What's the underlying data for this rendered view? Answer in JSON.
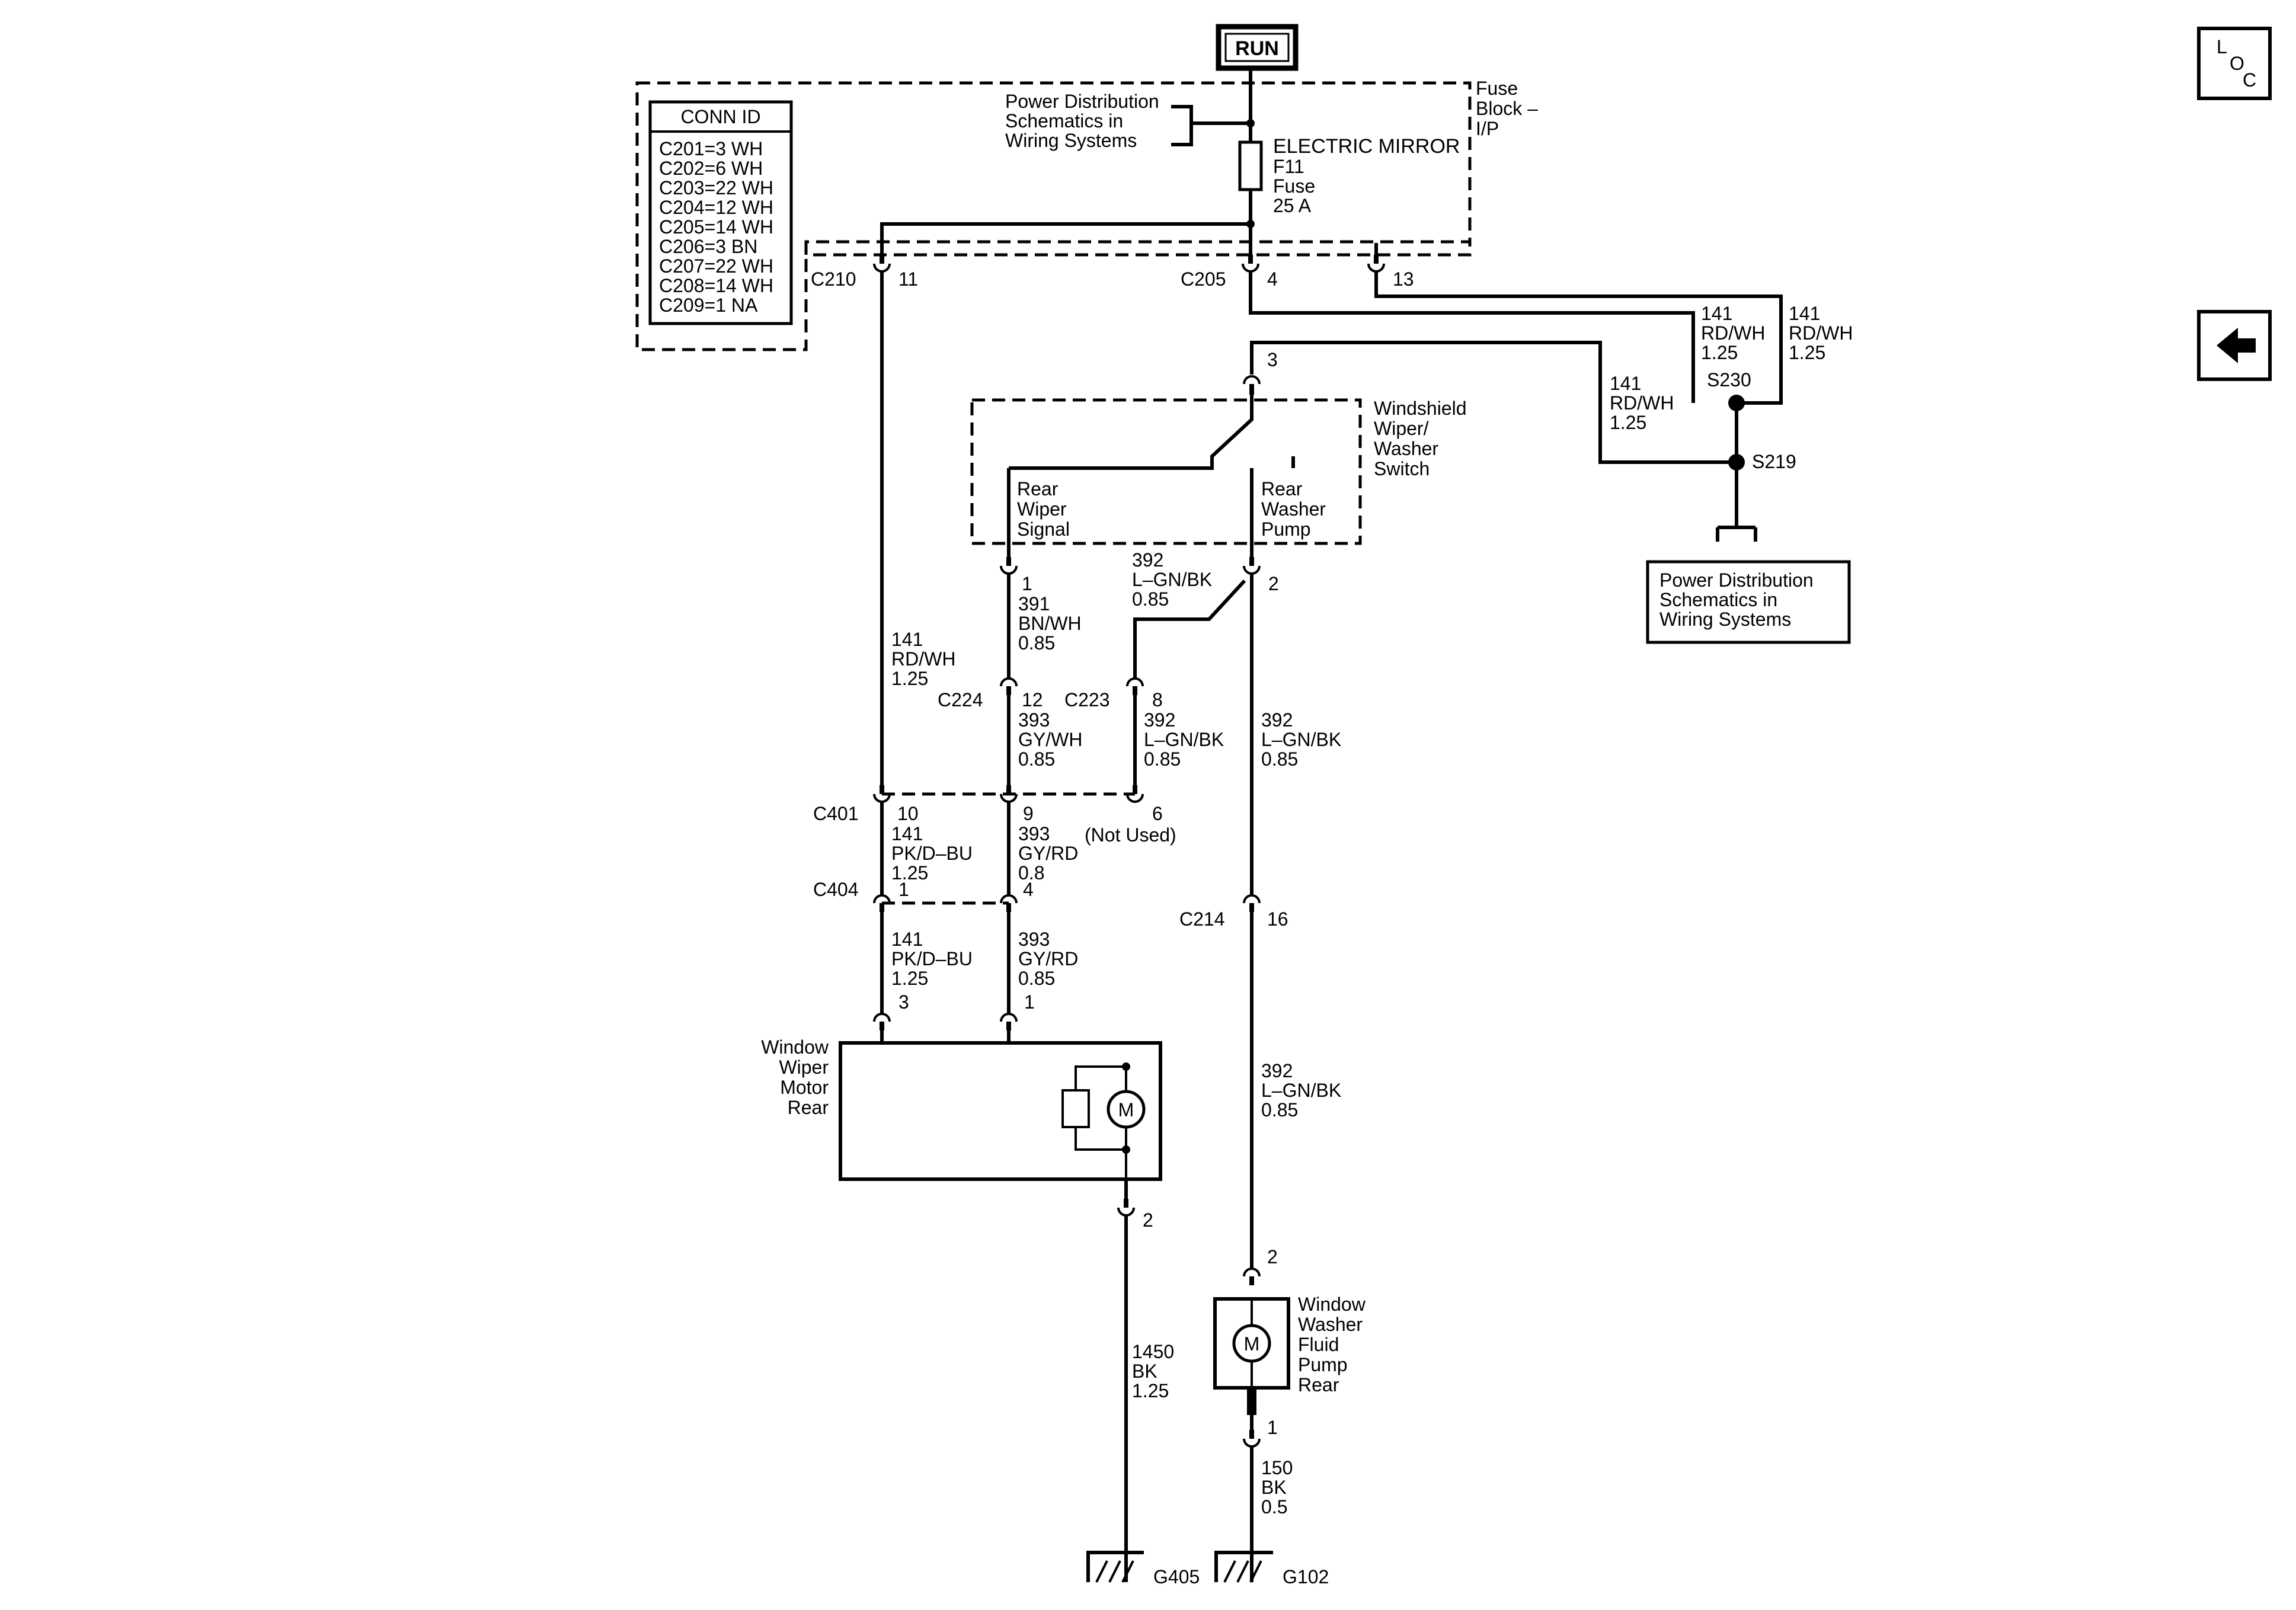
{
  "run_label": "RUN",
  "fuse_block": {
    "label_lines": [
      "Fuse",
      "Block –",
      "I/P"
    ],
    "pd_ref_lines": [
      "Power Distribution",
      "Schematics in",
      "Wiring Systems"
    ],
    "fuse_lines": [
      "ELECTRIC MIRROR",
      "F11",
      "Fuse",
      "25 A"
    ]
  },
  "conn_id": {
    "title": "CONN ID",
    "entries": [
      "C201=3 WH",
      "C202=6 WH",
      "C203=22 WH",
      "C204=12 WH",
      "C205=14 WH",
      "C206=3 BN",
      "C207=22 WH",
      "C208=14 WH",
      "C209=1 NA"
    ]
  },
  "connectors": {
    "c210": "C210",
    "c210_pin": "11",
    "c205": "C205",
    "c205_pin4": "4",
    "c205_pin13": "13",
    "switch_pin3": "3",
    "switch_pin1": "1",
    "switch_pin2": "2",
    "c224": "C224",
    "c224_pin": "12",
    "c223": "C223",
    "c223_pin": "8",
    "c401": "C401",
    "c401_pin10": "10",
    "c401_pin9": "9",
    "c401_pin6": "6",
    "not_used": "(Not Used)",
    "c404": "C404",
    "c404_pin1": "1",
    "c404_pin4": "4",
    "c214": "C214",
    "c214_pin": "16",
    "motor_pin3": "3",
    "motor_pin1": "1",
    "motor_pin2": "2",
    "pump_pin2": "2",
    "pump_pin1": "1"
  },
  "wires": {
    "w141_top_a": [
      "141",
      "RD/WH",
      "1.25"
    ],
    "w141_top_b": [
      "141",
      "RD/WH",
      "1.25"
    ],
    "w141_top_c": [
      "141",
      "RD/WH",
      "1.25"
    ],
    "w141_left": [
      "141",
      "RD/WH",
      "1.25"
    ],
    "w391": [
      "391",
      "BN/WH",
      "0.85"
    ],
    "w392_switch": [
      "392",
      "L–GN/BK",
      "0.85"
    ],
    "w393_gywh": [
      "393",
      "GY/WH",
      "0.85"
    ],
    "w392_c223": [
      "392",
      "L–GN/BK",
      "0.85"
    ],
    "w392_right": [
      "392",
      "L–GN/BK",
      "0.85"
    ],
    "w141_pkdbu_a": [
      "141",
      "PK/D–BU",
      "1.25"
    ],
    "w393_gyrd_a": [
      "393",
      "GY/RD",
      "0.8"
    ],
    "w141_pkdbu_b": [
      "141",
      "PK/D–BU",
      "1.25"
    ],
    "w393_gyrd_b": [
      "393",
      "GY/RD",
      "0.85"
    ],
    "w392_lower": [
      "392",
      "L–GN/BK",
      "0.85"
    ],
    "w1450": [
      "1450",
      "BK",
      "1.25"
    ],
    "w150": [
      "150",
      "BK",
      "0.5"
    ]
  },
  "splices": {
    "s230": "S230",
    "s219": "S219"
  },
  "switch": {
    "label_lines": [
      "Windshield",
      "Wiper/",
      "Washer",
      "Switch"
    ],
    "rear_wiper_lines": [
      "Rear",
      "Wiper",
      "Signal"
    ],
    "rear_washer_lines": [
      "Rear",
      "Washer",
      "Pump"
    ]
  },
  "pd_box_lines": [
    "Power Distribution",
    "Schematics in",
    "Wiring Systems"
  ],
  "motor": {
    "label_lines": [
      "Window",
      "Wiper",
      "Motor",
      "Rear"
    ],
    "symbol": "M"
  },
  "pump": {
    "label_lines": [
      "Window",
      "Washer",
      "Fluid",
      "Pump",
      "Rear"
    ],
    "symbol": "M"
  },
  "grounds": {
    "g405": "G405",
    "g102": "G102"
  },
  "nav": {
    "loc_letters": [
      "L",
      "O",
      "C"
    ],
    "back_icon": "arrow-left-icon"
  }
}
